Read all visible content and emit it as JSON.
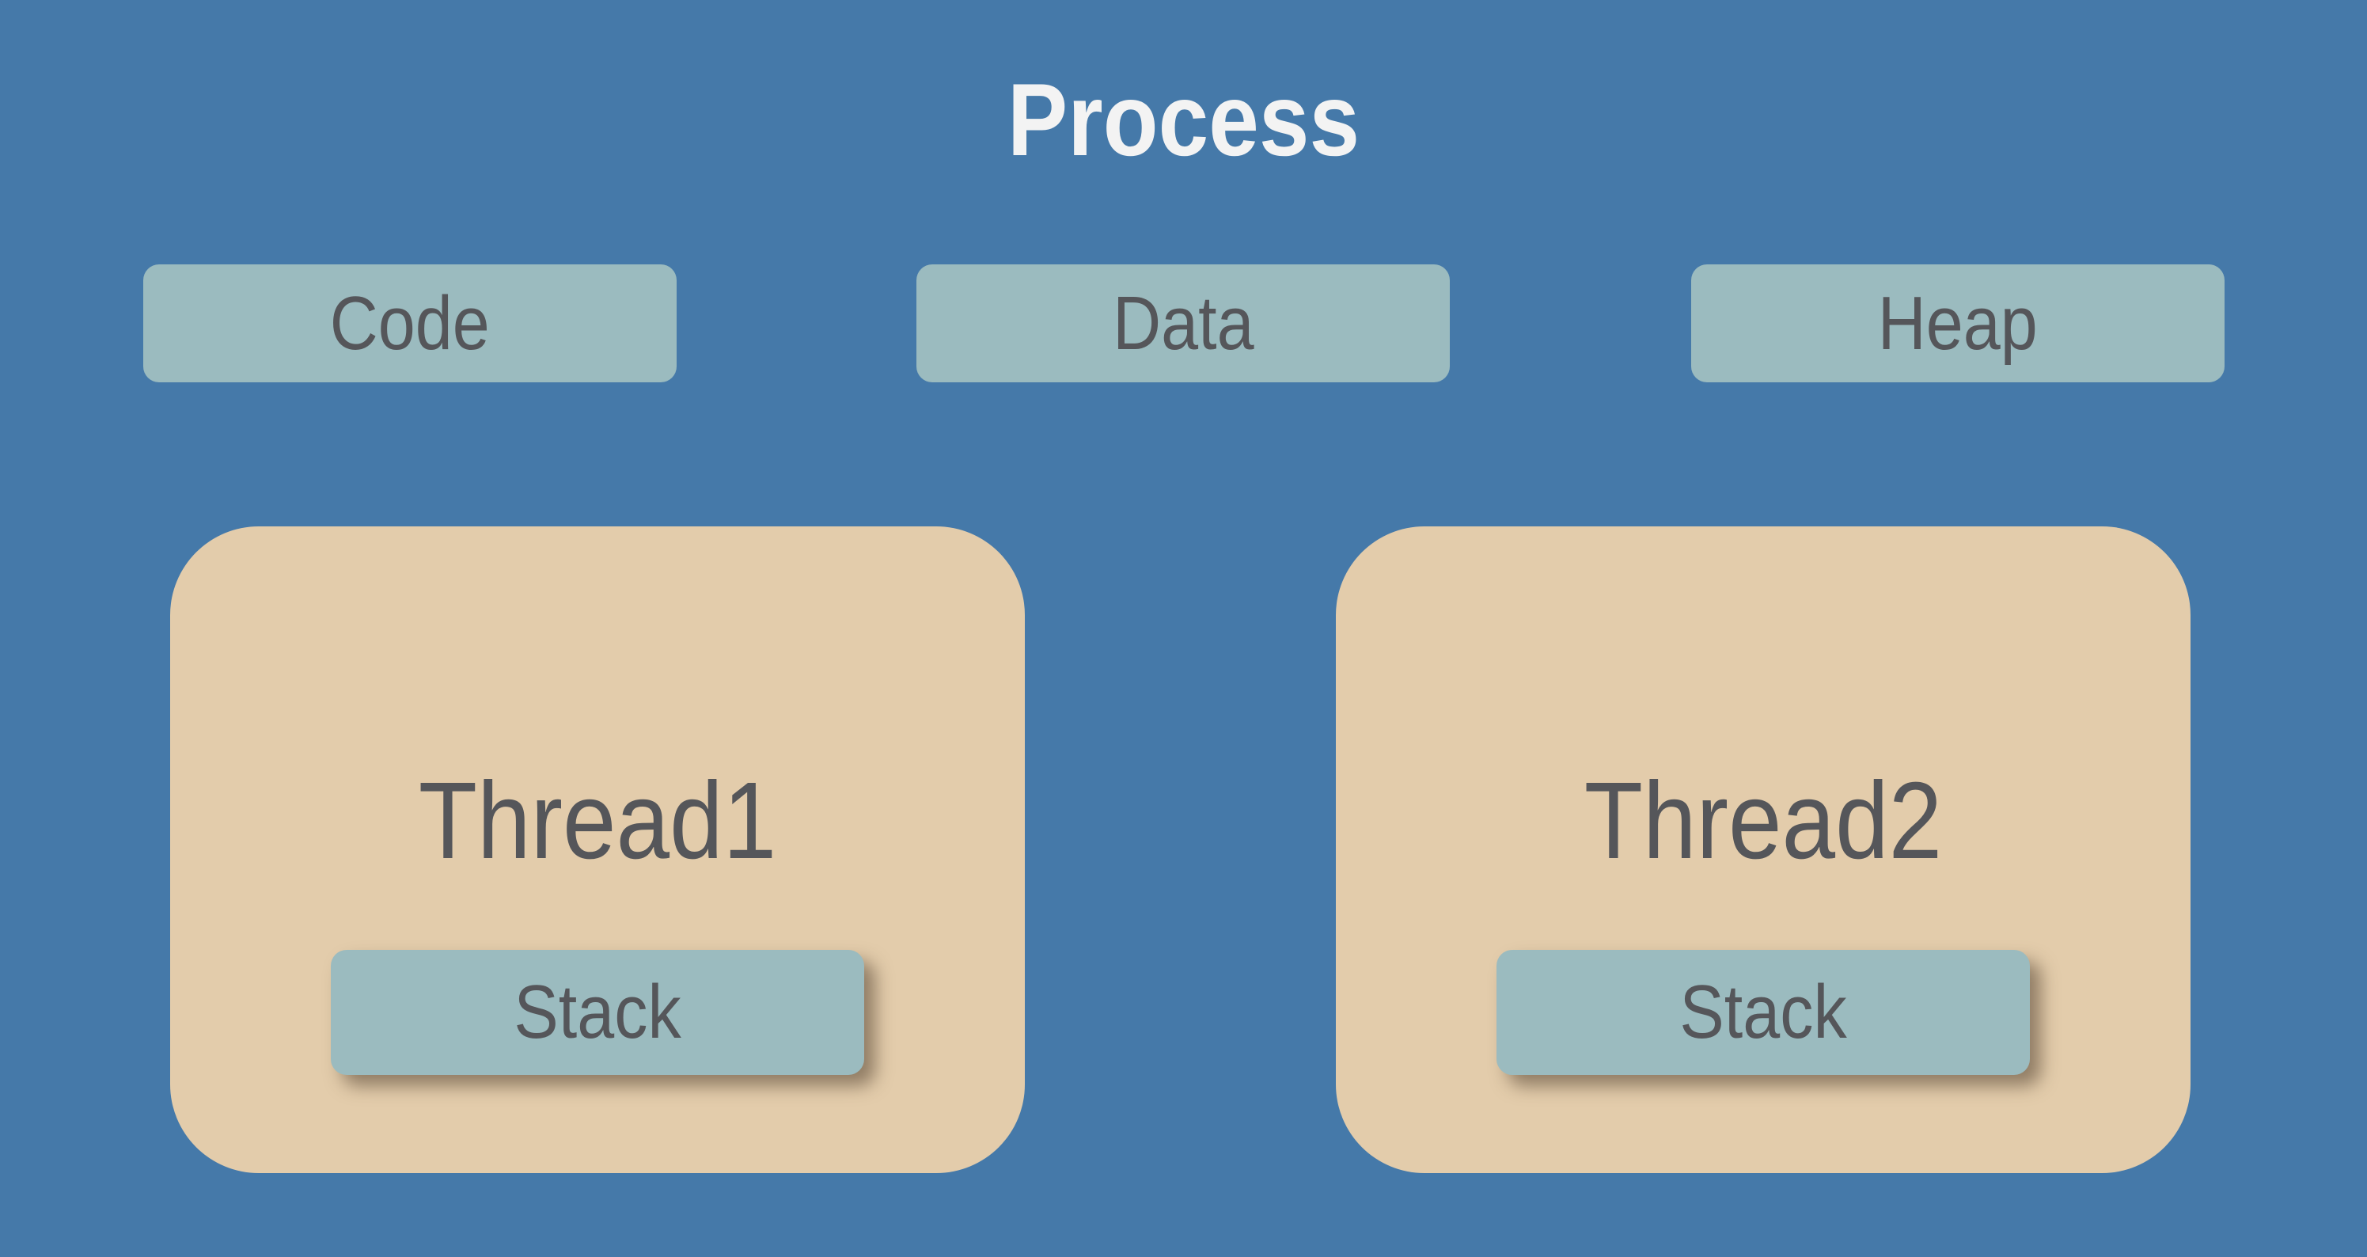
{
  "diagram": {
    "title": "Process",
    "segments": [
      {
        "label": "Code"
      },
      {
        "label": "Data"
      },
      {
        "label": "Heap"
      }
    ],
    "threads": [
      {
        "label": "Thread1",
        "stack_label": "Stack"
      },
      {
        "label": "Thread2",
        "stack_label": "Stack"
      }
    ],
    "colors": {
      "background": "#4579A9",
      "segment_box": "#9BBBBF",
      "thread_box": "#E3CCAB",
      "label_text": "#55565A",
      "title_text": "#F3F3F3",
      "stack_shadow": "rgba(77,60,44,0.55)"
    }
  }
}
